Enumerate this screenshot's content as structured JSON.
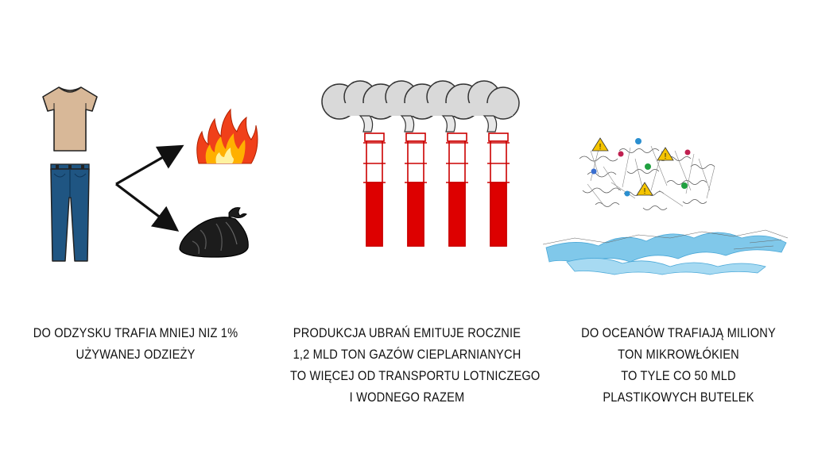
{
  "panels": [
    {
      "lines": [
        "DO ODZYSKU TRAFIA MNIEJ NIZ 1%",
        "UŻYWANEJ ODZIEŻY"
      ]
    },
    {
      "lines": [
        "PRODUKCJA UBRAŃ EMITUJE ROCZNIE",
        "1,2 MLD TON GAZÓW CIEPLARNIANYCH",
        "TO WIĘCEJ OD TRANSPORTU LOTNICZEGO",
        "I WODNEGO RAZEM"
      ]
    },
    {
      "lines": [
        "DO OCEANÓW TRAFIAJĄ MILIONY",
        "TON MIKROWŁÓKIEN",
        "TO TYLE CO 50 MLD",
        "PLASTIKOWYCH BUTELEK"
      ]
    }
  ],
  "colors": {
    "shirt": "#d8b898",
    "jeans": "#1f5582",
    "fire_outer": "#f0401a",
    "fire_inner": "#ffb000",
    "bag": "#1c1c1c",
    "smoke": "#d9d9d9",
    "chimney_red": "#dd0000",
    "water": "#80c8ea"
  },
  "icons": [
    "t-shirt-icon",
    "jeans-icon",
    "arrow-icon",
    "fire-icon",
    "trash-bag-icon",
    "factory-chimney-icon",
    "smoke-icon",
    "microfiber-icon",
    "warning-icon",
    "water-wave-icon"
  ]
}
